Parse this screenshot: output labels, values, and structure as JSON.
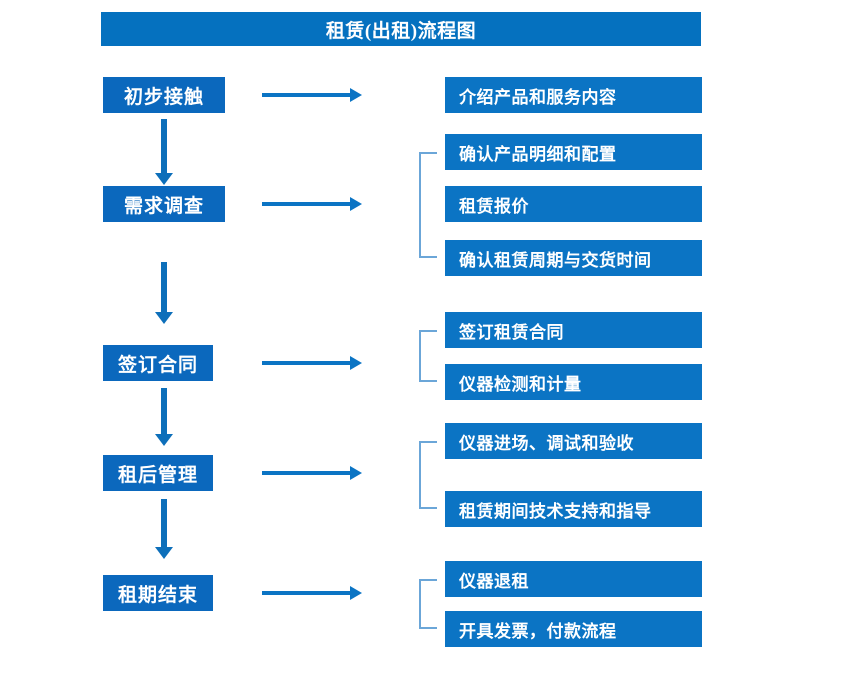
{
  "chart_data": {
    "type": "diagram",
    "title": "租赁(出租)流程图",
    "diagram_kind": "flowchart",
    "orientation": "vertical-with-branches",
    "stages": [
      {
        "id": "stage-1",
        "label": "初步接触",
        "details": [
          "介绍产品和服务内容"
        ],
        "has_bracket": false
      },
      {
        "id": "stage-2",
        "label": "需求调查",
        "details": [
          "确认产品明细和配置",
          "租赁报价",
          "确认租赁周期与交货时间"
        ],
        "has_bracket": true
      },
      {
        "id": "stage-3",
        "label": "签订合同",
        "details": [
          "签订租赁合同",
          "仪器检测和计量"
        ],
        "has_bracket": true
      },
      {
        "id": "stage-4",
        "label": "租后管理",
        "details": [
          "仪器进场、调试和验收",
          "租赁期间技术支持和指导"
        ],
        "has_bracket": true
      },
      {
        "id": "stage-5",
        "label": "租期结束",
        "details": [
          "仪器退租",
          "开具发票，付款流程"
        ],
        "has_bracket": true
      }
    ]
  },
  "header": {
    "title": "租赁(出租)流程图"
  },
  "stages": [
    {
      "label": "初步接触"
    },
    {
      "label": "需求调查"
    },
    {
      "label": "签订合同"
    },
    {
      "label": "租后管理"
    },
    {
      "label": "租期结束"
    }
  ],
  "details": {
    "group1": [
      {
        "label": "介绍产品和服务内容"
      }
    ],
    "group2": [
      {
        "label": "确认产品明细和配置"
      },
      {
        "label": "租赁报价"
      },
      {
        "label": "确认租赁周期与交货时间"
      }
    ],
    "group3": [
      {
        "label": "签订租赁合同"
      },
      {
        "label": "仪器检测和计量"
      }
    ],
    "group4": [
      {
        "label": "仪器进场、调试和验收"
      },
      {
        "label": "租赁期间技术支持和指导"
      }
    ],
    "group5": [
      {
        "label": "仪器退租"
      },
      {
        "label": "开具发票，付款流程"
      }
    ]
  },
  "colors": {
    "title_bar": "#0571bf",
    "stage_box": "#0b68bd",
    "detail_box": "#0b74c4",
    "arrow": "#0b74c4",
    "vertical_arrow": "#0d6fba",
    "bracket": "#6ba6d8",
    "text": "#ffffff",
    "background": "#ffffff"
  }
}
